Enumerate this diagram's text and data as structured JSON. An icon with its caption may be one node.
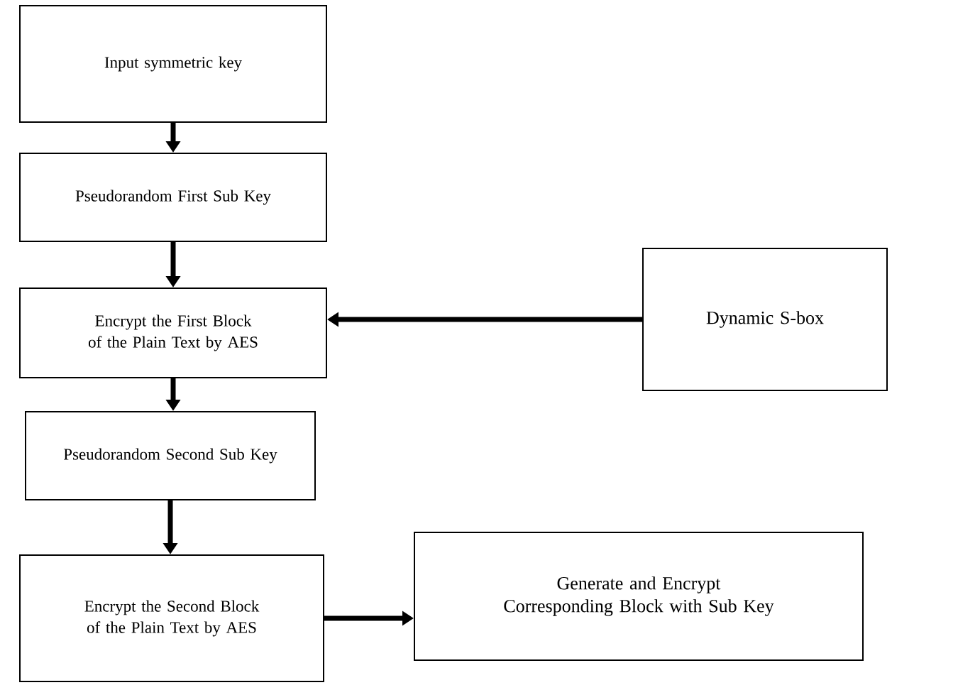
{
  "diagram": {
    "nodes": [
      {
        "text": [
          "Input symmetric key"
        ]
      },
      {
        "text": [
          "Pseudorandom First Sub Key"
        ]
      },
      {
        "text": [
          "Encrypt the First Block of the Plain Text by AES"
        ]
      },
      {
        "text": [
          "Dynamic S-box"
        ]
      },
      {
        "text": [
          "Pseudorandom Second Sub Key"
        ]
      },
      {
        "text": [
          "Encrypt the Second Block of the Plain Text by AES"
        ]
      },
      {
        "text": [
          "Generate and Encrypt Corresponding Block with Sub Key"
        ]
      }
    ],
    "edges": [
      {
        "from": 0,
        "to": 1,
        "arrow": "to"
      },
      {
        "from": 1,
        "to": 2,
        "arrow": "to"
      },
      {
        "from": 3,
        "to": 2,
        "arrow": "to"
      },
      {
        "from": 2,
        "to": 4,
        "arrow": "to"
      },
      {
        "from": 4,
        "to": 5,
        "arrow": "to"
      },
      {
        "from": 5,
        "to": 6,
        "arrow": "to"
      }
    ]
  }
}
